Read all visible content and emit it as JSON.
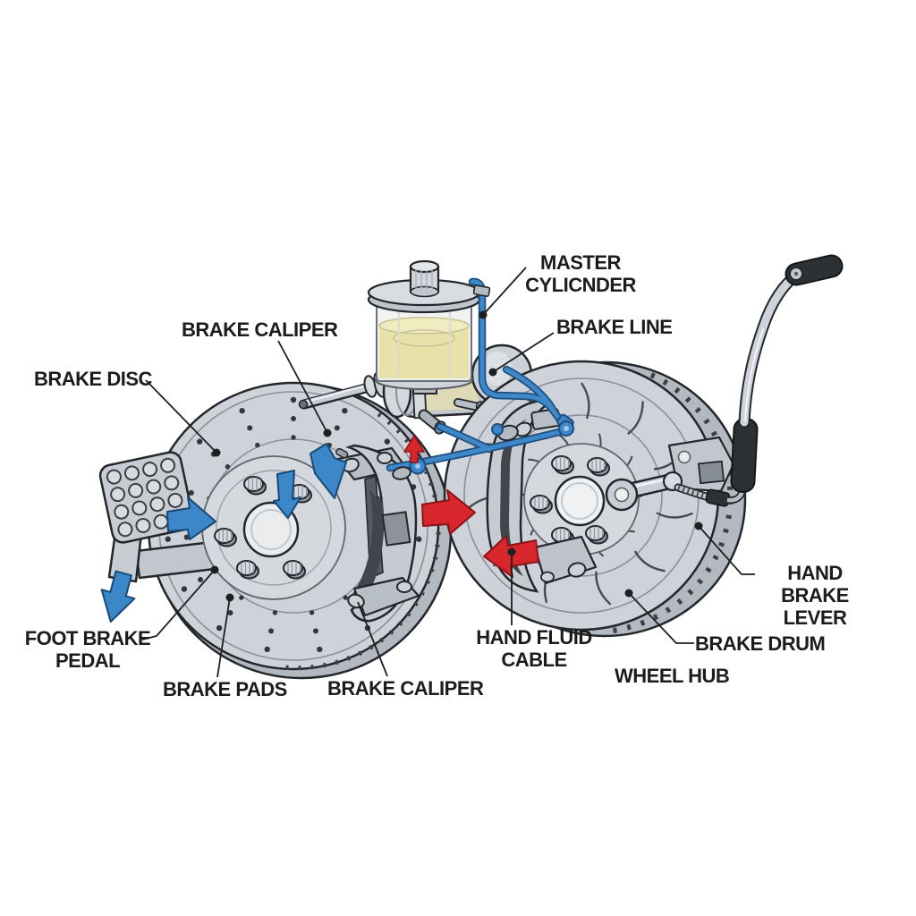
{
  "diagram": {
    "subject": "Car brake system components diagram",
    "background_color": "#ffffff",
    "labels": {
      "master_cylinder": {
        "text": "MASTER\nCYLICNDER"
      },
      "brake_line": {
        "text": "BRAKE LINE"
      },
      "brake_caliper_top": {
        "text": "BRAKE CALIPER"
      },
      "brake_disc": {
        "text": "BRAKE DISC"
      },
      "foot_brake_pedal": {
        "text": "FOOT BRAKE\nPEDAL"
      },
      "brake_pads": {
        "text": "BRAKE PADS"
      },
      "brake_caliper_bottom": {
        "text": "BRAKE CALIPER"
      },
      "hand_fluid_cable": {
        "text": "HAND FLUID\nCABLE"
      },
      "wheel_hub": {
        "text": "WHEEL HUB"
      },
      "brake_drum": {
        "text": "BRAKE DRUM"
      },
      "hand_brake_lever": {
        "text": "HAND BRAKE\nLEVER"
      }
    },
    "colors": {
      "label_text": "#1b1c1e",
      "leader_line": "#1d1f22",
      "brake_line_blue": "#3e87c9",
      "arrow_blue": "#3b87c8",
      "arrow_red": "#d7262c",
      "fluid_yellow": "#e8e1aa",
      "metal_gray": "#cfd3d9",
      "grip_black": "#2e3134"
    }
  }
}
